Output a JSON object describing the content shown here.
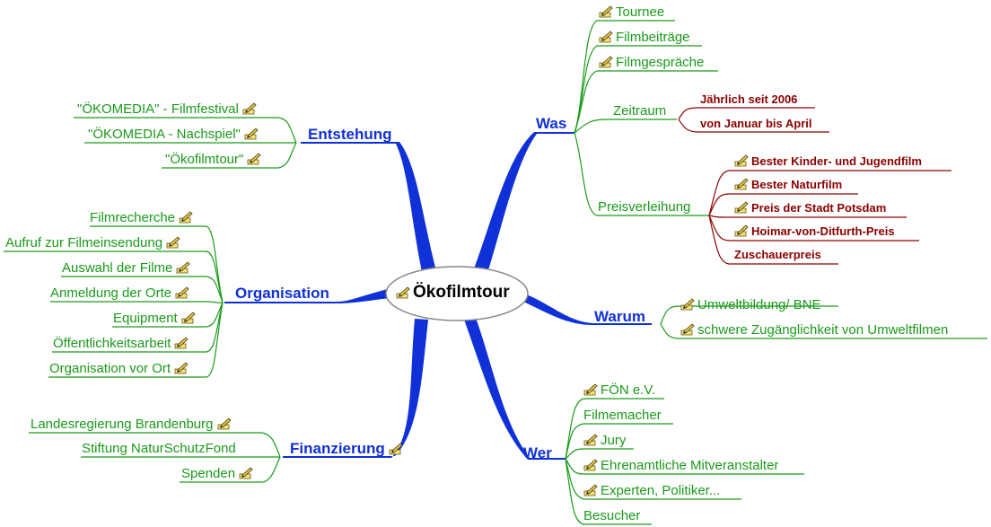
{
  "center": "Ökofilmtour",
  "was": {
    "label": "Was",
    "tournee": "Tournee",
    "filmbeitraege": "Filmbeiträge",
    "filmgespraeche": "Filmgespräche",
    "zeitraum": "Zeitraum",
    "zeitraum_items": [
      "Jährlich seit 2006",
      "von Januar bis April"
    ],
    "preisverleihung": "Preisverleihung",
    "preise": [
      "Bester Kinder- und Jugendfilm",
      "Bester Naturfilm",
      "Preis der Stadt Potsdam",
      "Hoimar-von-Ditfurth-Preis",
      "Zuschauerpreis"
    ]
  },
  "warum": {
    "label": "Warum",
    "items": [
      "Umweltbildung/ BNE",
      "schwere Zugänglichkeit von Umweltfilmen"
    ]
  },
  "wer": {
    "label": "Wer",
    "items": [
      "FÖN e.V.",
      "Filmemacher",
      "Jury",
      "Ehrenamtliche Mitveranstalter",
      "Experten, Politiker...",
      "Besucher"
    ]
  },
  "entstehung": {
    "label": "Entstehung",
    "items": [
      "\"ÖKOMEDIA\" - Filmfestival",
      "\"ÖKOMEDIA - Nachspiel\"",
      "\"Ökofilmtour\""
    ]
  },
  "organisation": {
    "label": "Organisation",
    "items": [
      "Filmrecherche",
      "Aufruf zur Filmeinsendung",
      "Auswahl der Filme",
      "Anmeldung der Orte",
      "Equipment",
      "Öffentlichkeitsarbeit",
      "Organisation vor Ort"
    ]
  },
  "finanzierung": {
    "label": "Finanzierung",
    "items": [
      "Landesregierung Brandenburg",
      "Stiftung NaturSchutzFond",
      "Spenden"
    ]
  },
  "colors": {
    "branch": "#1030d8",
    "leaf": "#1a9a1a",
    "sub": "#8b0000",
    "node_border": "#888888"
  },
  "icon_name": "pencil-note-icon"
}
